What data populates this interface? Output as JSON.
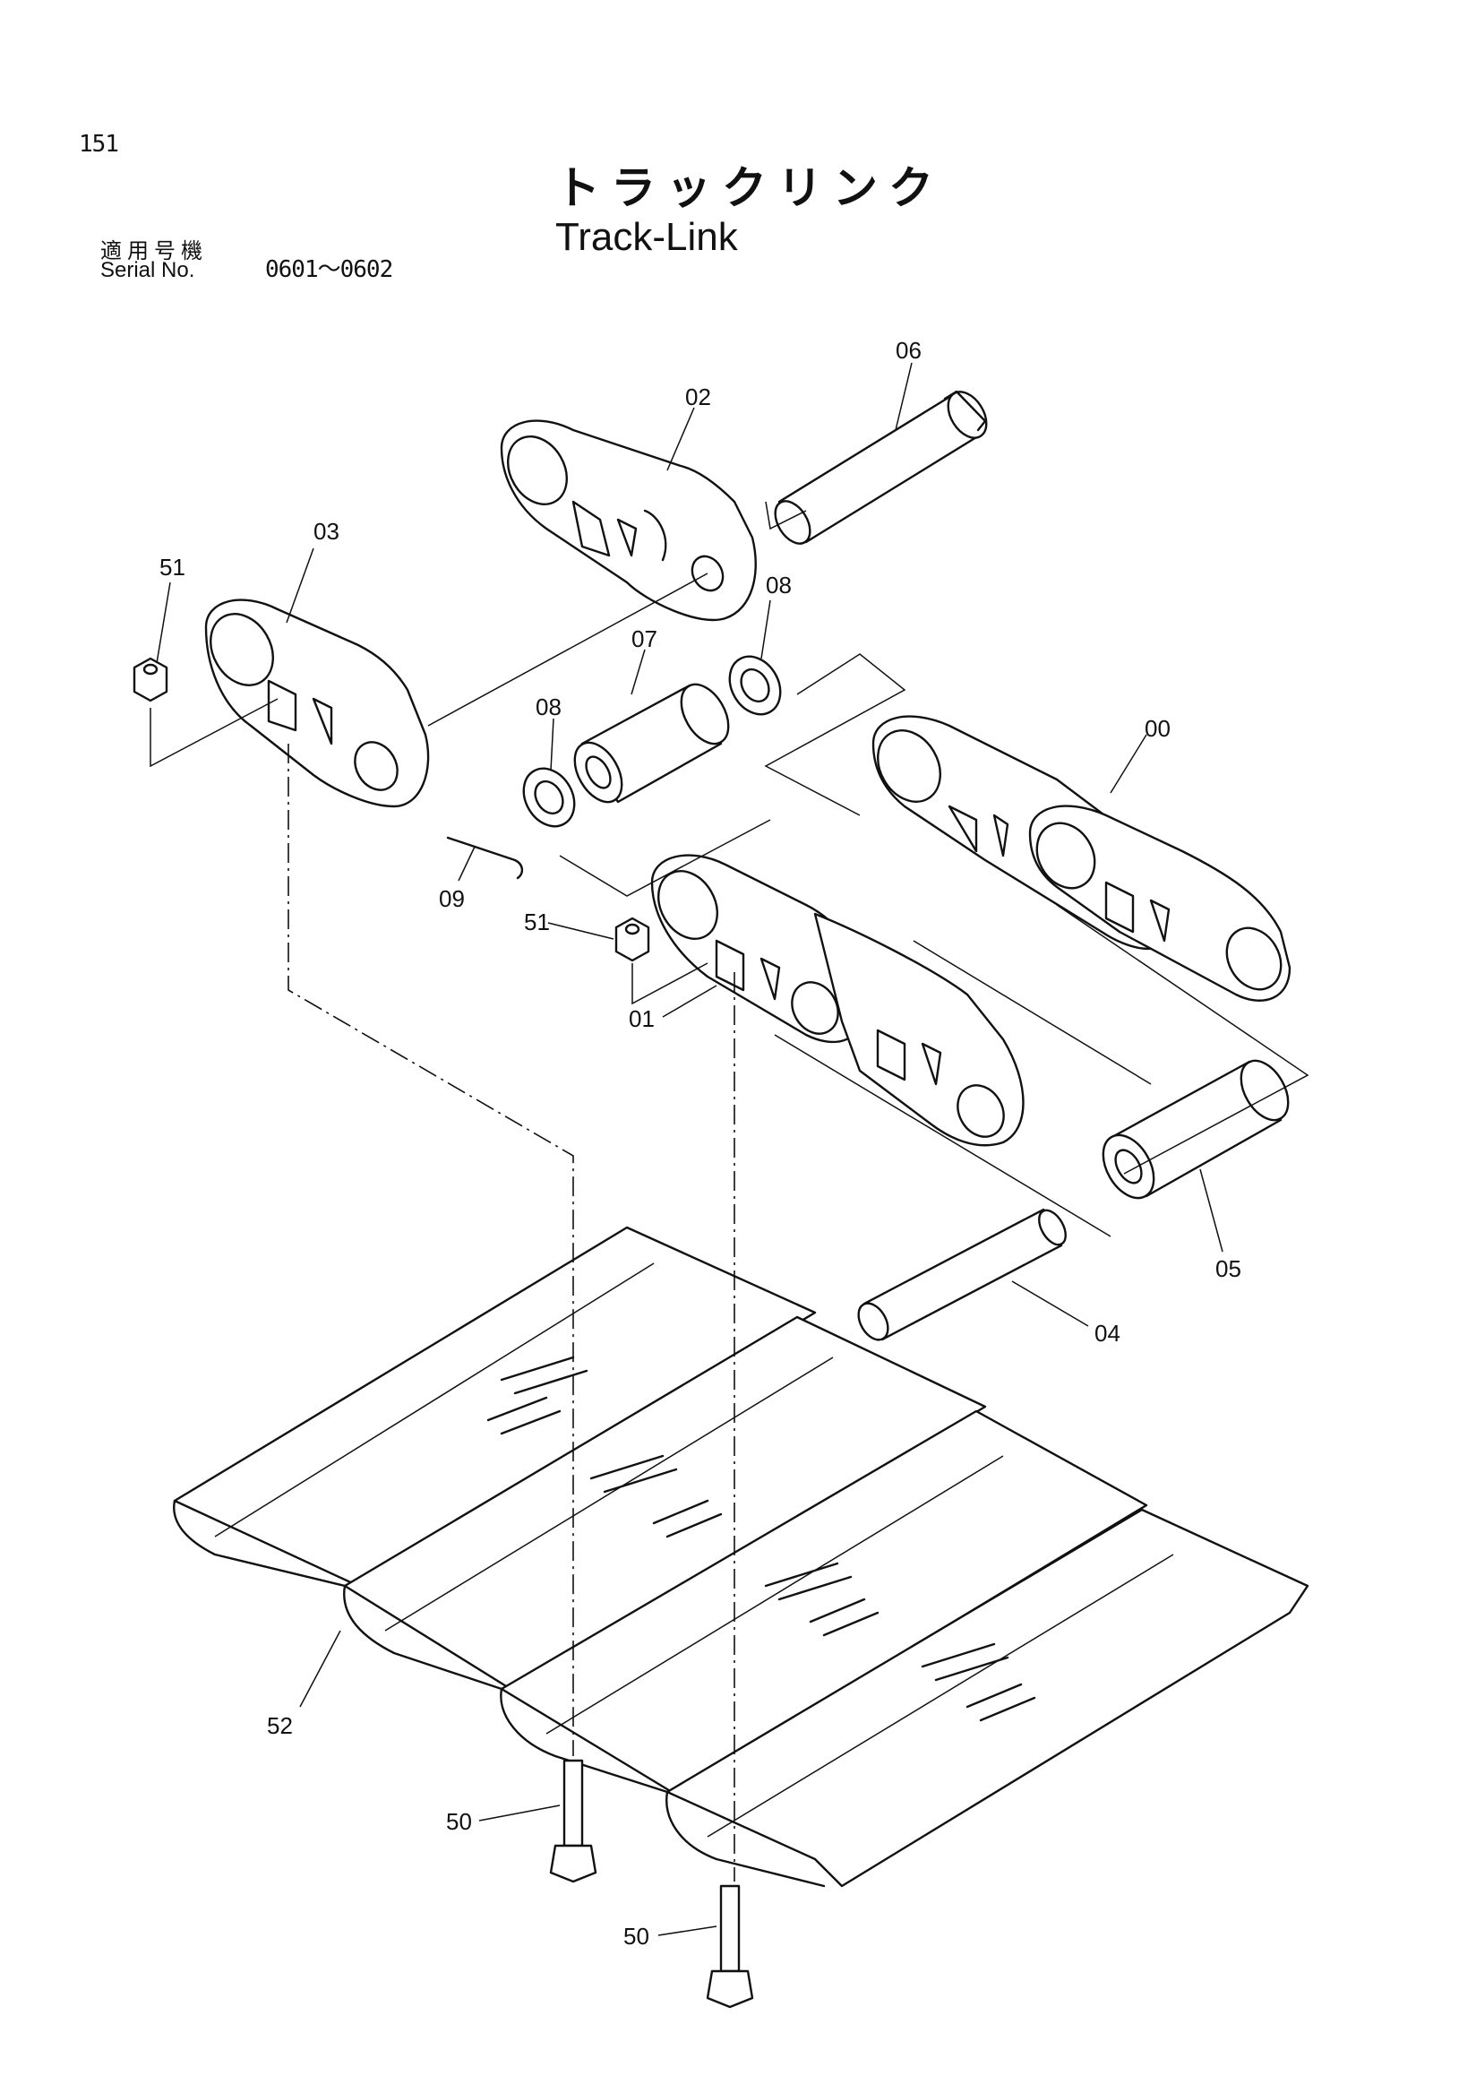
{
  "header": {
    "page_number": "151",
    "title_jp": "トラックリンク",
    "title_en": "Track-Link",
    "serial_label_jp": "適用号機",
    "serial_label_en": "Serial No.",
    "serial_value": "0601～0602"
  },
  "callouts": {
    "c06": "06",
    "c02": "02",
    "c03": "03",
    "c51a": "51",
    "c08a": "08",
    "c07": "07",
    "c08b": "08",
    "c00": "00",
    "c09": "09",
    "c51b": "51",
    "c01": "01",
    "c05": "05",
    "c04": "04",
    "c52": "52",
    "c50a": "50",
    "c50b": "50"
  }
}
